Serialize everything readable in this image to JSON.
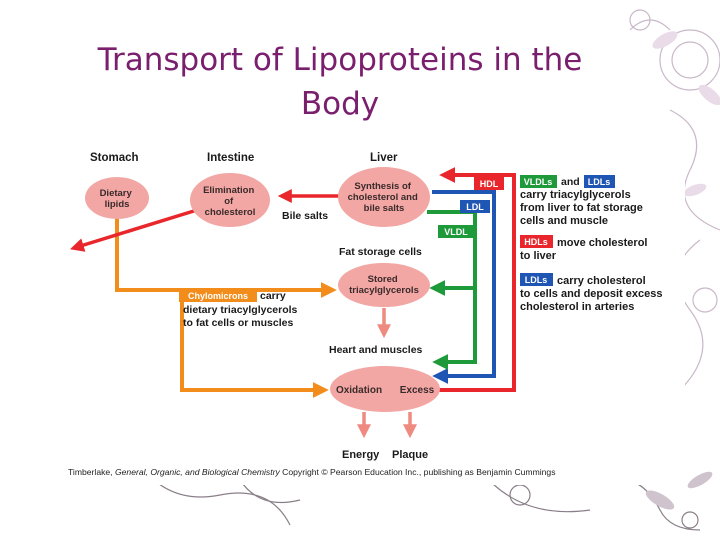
{
  "slide": {
    "title_line1": "Transport of Lipoproteins in the",
    "title_line2": "Body"
  },
  "diagram": {
    "organs": {
      "stomach": "Stomach",
      "intestine": "Intestine",
      "liver": "Liver"
    },
    "nodes": {
      "dietary_lipids": [
        "Dietary",
        "lipids"
      ],
      "elimination": [
        "Elimination",
        "of",
        "cholesterol"
      ],
      "synthesis": [
        "Synthesis of",
        "cholesterol and",
        "bile salts"
      ],
      "stored": [
        "Stored",
        "triacylglycerols"
      ],
      "oxidation": "Oxidation",
      "excess": "Excess"
    },
    "labels": {
      "bile_salts": "Bile salts",
      "fat_storage_cells": "Fat storage cells",
      "heart_and_muscles": "Heart and muscles",
      "energy": "Energy",
      "plaque": "Plaque"
    },
    "tags": {
      "hdl": "HDL",
      "ldl": "LDL",
      "vldl": "VLDL",
      "chylomicrons": "Chylomicrons"
    },
    "chylomicron_text": {
      "carry": "carry",
      "line2": "dietary triacylglycerols",
      "line3": "to fat cells or muscles"
    },
    "legend": {
      "item1": {
        "tag1": "VLDLs",
        "and": "and",
        "tag2": "LDLs",
        "line1": "carry triacylglycerols",
        "line2": "from liver to fat storage",
        "line3": "cells and muscle"
      },
      "item2": {
        "tag": "HDLs",
        "after": "move cholesterol",
        "line2": "to liver"
      },
      "item3": {
        "tag": "LDLs",
        "after": "carry cholesterol",
        "line2": "to cells and deposit excess",
        "line3": "cholesterol in arteries"
      }
    },
    "credit": {
      "author": "Timberlake,",
      "book": "General, Organic, and Biological Chemistry",
      "rest": "Copyright © Pearson Education Inc., publishing as Benjamin Cummings"
    },
    "colors": {
      "hdl_red": "#e8262b",
      "ldl_blue": "#1f55b3",
      "vldl_green": "#1f9a3a",
      "chylomicron_orange": "#f28c1a",
      "node_pink": "#f2a7a4",
      "title_purple": "#7a1f6e"
    }
  }
}
